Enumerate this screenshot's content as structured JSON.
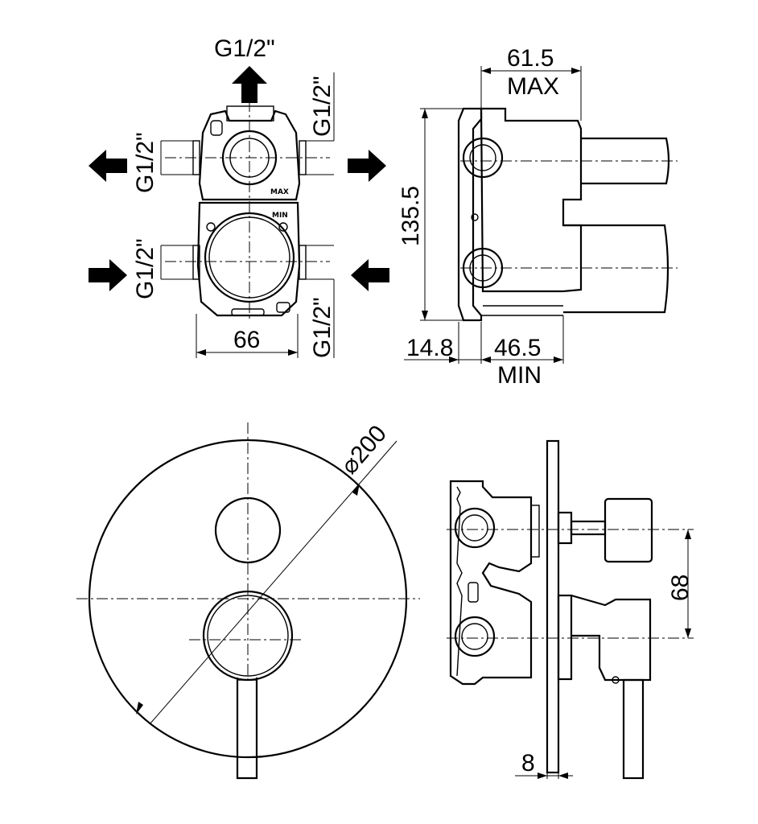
{
  "top_left_view": {
    "thread_top": "G1/2\"",
    "thread_left_top": "G1/2\"",
    "thread_left_bottom": "G1/2\"",
    "thread_right_top": "G1/2\"",
    "thread_right_bottom": "G1/2\"",
    "width_dim": "66",
    "max_mark": "MAX",
    "min_mark": "MIN"
  },
  "top_right_view": {
    "depth_max_value": "61.5",
    "depth_max_label": "MAX",
    "height_dim": "135.5",
    "offset_dim": "14.8",
    "depth_min_value": "46.5",
    "depth_min_label": "MIN"
  },
  "bottom_left_view": {
    "diameter_dim": "⌀200"
  },
  "bottom_right_view": {
    "spacing_dim": "68",
    "plate_thickness_dim": "8"
  }
}
